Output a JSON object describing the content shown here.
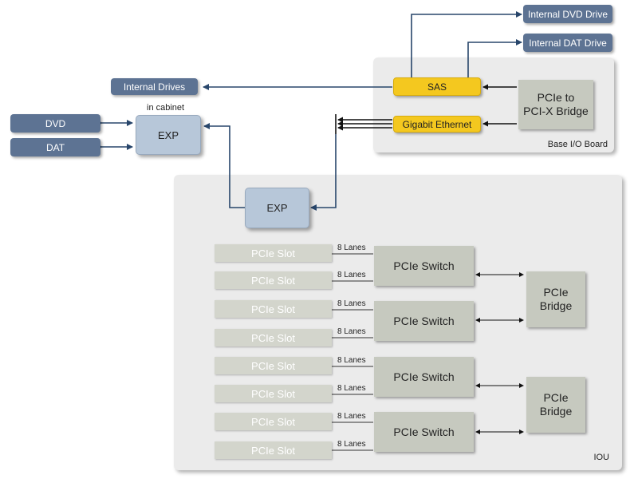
{
  "base_io_board": {
    "label": "Base I/O Board",
    "sas": "SAS",
    "gigabit": "Gigabit Ethernet",
    "bridge": "PCIe to\nPCI-X Bridge"
  },
  "iou": {
    "label": "IOU",
    "exp": "EXP",
    "slot_label": "PCIe Slot",
    "lanes_label": "8 Lanes",
    "switch_label": "PCIe Switch",
    "bridge_label": "PCIe\nBridge",
    "slots": [
      "PCIe Slot",
      "PCIe Slot",
      "PCIe Slot",
      "PCIe Slot",
      "PCIe Slot",
      "PCIe Slot",
      "PCIe Slot",
      "PCIe Slot"
    ],
    "lanes": [
      "8 Lanes",
      "8 Lanes",
      "8 Lanes",
      "8 Lanes",
      "8 Lanes",
      "8 Lanes",
      "8 Lanes",
      "8 Lanes"
    ],
    "switches": [
      "PCIe Switch",
      "PCIe Switch",
      "PCIe Switch",
      "PCIe Switch"
    ],
    "bridges": [
      "PCIe\nBridge",
      "PCIe\nBridge"
    ]
  },
  "external": {
    "internal_dvd": "Internal DVD Drive",
    "internal_dat": "Internal DAT Drive",
    "internal_drives": "Internal Drives",
    "in_cabinet": "in cabinet",
    "exp": "EXP",
    "dvd": "DVD",
    "dat": "DAT"
  },
  "colors": {
    "pill_blue": "#5d7393",
    "exp_blue": "#b7c7d9",
    "sas_yellow": "#f4c81f",
    "box_gray": "#c6c9bf",
    "panel_gray": "#ebebeb",
    "wire_blue": "#28466b"
  }
}
